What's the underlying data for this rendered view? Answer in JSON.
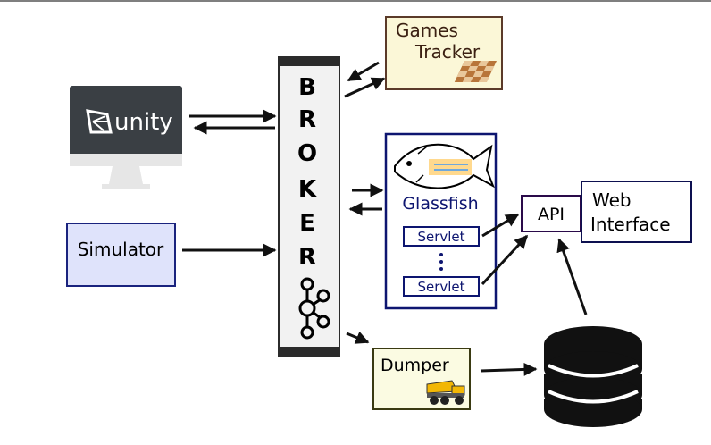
{
  "broker": {
    "letters": [
      "B",
      "R",
      "O",
      "K",
      "E",
      "R"
    ]
  },
  "unity": {
    "label": "unity"
  },
  "simulator": {
    "label": "Simulator"
  },
  "games_tracker": {
    "line1": "Games",
    "line2": "Tracker"
  },
  "glassfish": {
    "label": "Glassfish",
    "servlet1": "Servlet",
    "servlet2": "Servlet"
  },
  "api": {
    "label": "API"
  },
  "web_interface": {
    "line1": "Web",
    "line2": "Interface"
  },
  "dumper": {
    "label": "Dumper"
  },
  "colors": {
    "broker_bar": "#2b2b2b",
    "broker_fill": "#f2f2f2",
    "unity_bg": "#3a3f44",
    "monitor_stand": "#e6e6e6",
    "simulator_fill": "#dfe3fb",
    "simulator_border": "#1a237e",
    "games_fill": "#fbf7d7",
    "games_border": "#5b3a29",
    "glassfish_border": "#0d1570",
    "dumper_border": "#3a3a12",
    "api_border": "#2a0a4a",
    "web_border": "#0d1050",
    "db": "#111111"
  }
}
